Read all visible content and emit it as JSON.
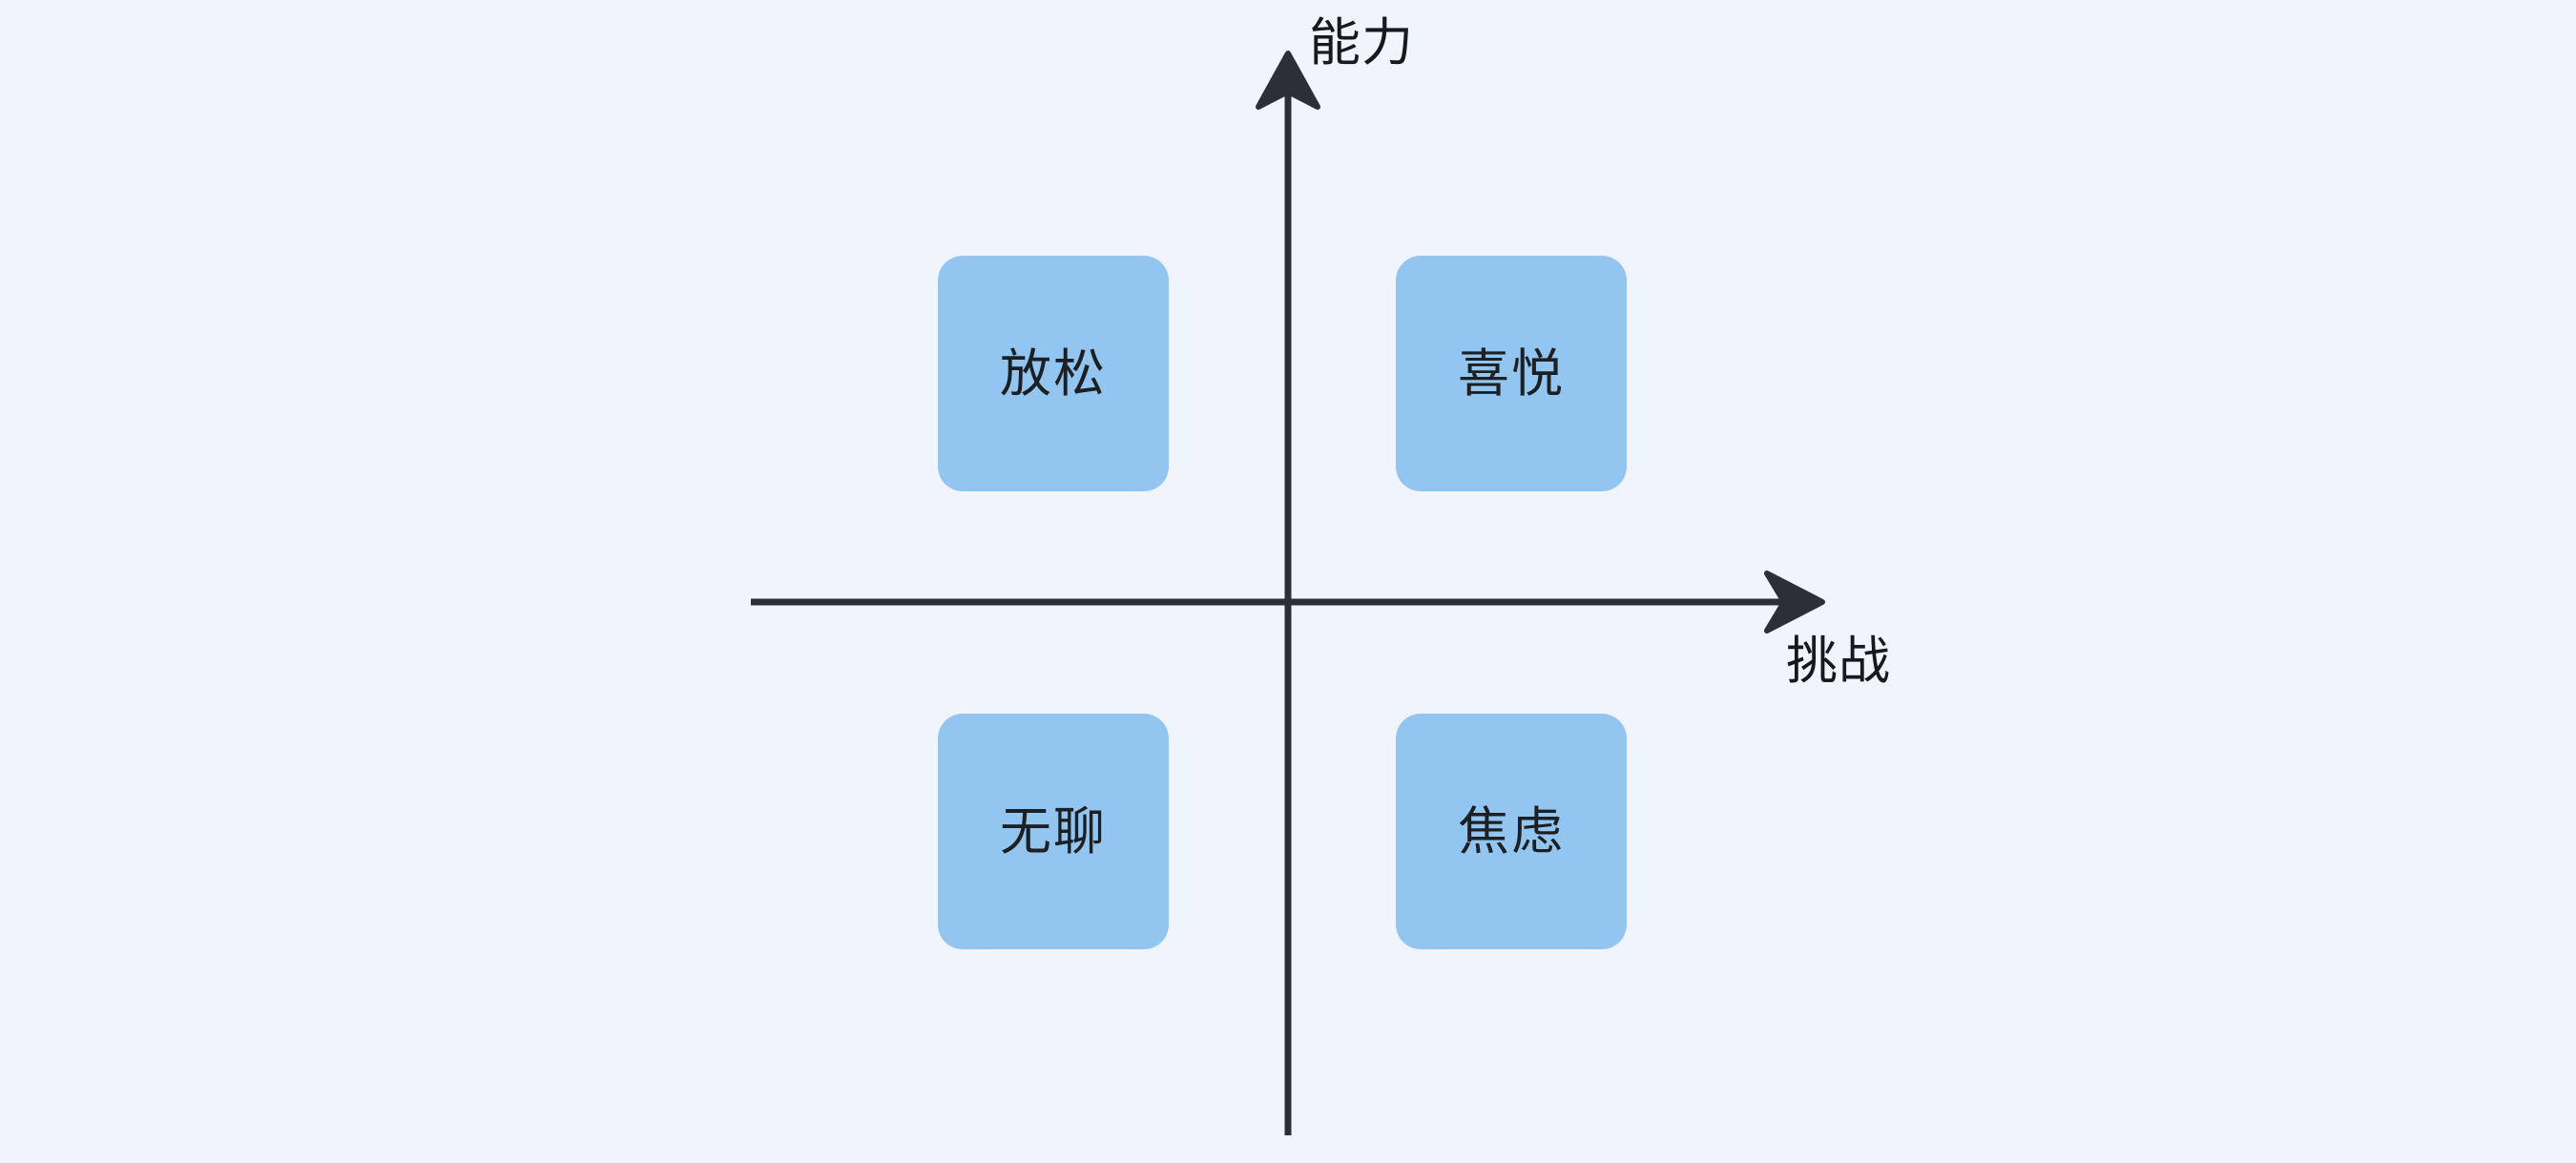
{
  "diagram": {
    "background_color": "#eff4fd",
    "axis_color": "#2b3036",
    "box_color": "#92c5f0",
    "text_color": "#1d2023"
  },
  "axes": {
    "y": {
      "label": "能力",
      "arrow_icon": "arrow-up-icon",
      "direction": "up"
    },
    "x": {
      "label": "挑战",
      "arrow_icon": "arrow-right-icon",
      "direction": "right"
    }
  },
  "chart_data": {
    "type": "scatter",
    "title": "",
    "xlabel": "挑战",
    "ylabel": "能力",
    "grid": false,
    "legend": "none",
    "xlim": [
      -1,
      1
    ],
    "ylim": [
      -1,
      1
    ],
    "quadrants": [
      {
        "id": "relax",
        "label": "放松",
        "quadrant": "top-left",
        "x": -0.5,
        "y": 0.5,
        "color": "#92c5f0"
      },
      {
        "id": "joy",
        "label": "喜悦",
        "quadrant": "top-right",
        "x": 0.35,
        "y": 0.5,
        "color": "#92c5f0"
      },
      {
        "id": "bored",
        "label": "无聊",
        "quadrant": "bottom-left",
        "x": -0.5,
        "y": -0.35,
        "color": "#92c5f0"
      },
      {
        "id": "anxiety",
        "label": "焦虑",
        "quadrant": "bottom-right",
        "x": 0.35,
        "y": -0.35,
        "color": "#92c5f0"
      }
    ]
  },
  "boxes": {
    "relax": {
      "label": "放松"
    },
    "joy": {
      "label": "喜悦"
    },
    "bored": {
      "label": "无聊"
    },
    "anxiety": {
      "label": "焦虑"
    }
  }
}
